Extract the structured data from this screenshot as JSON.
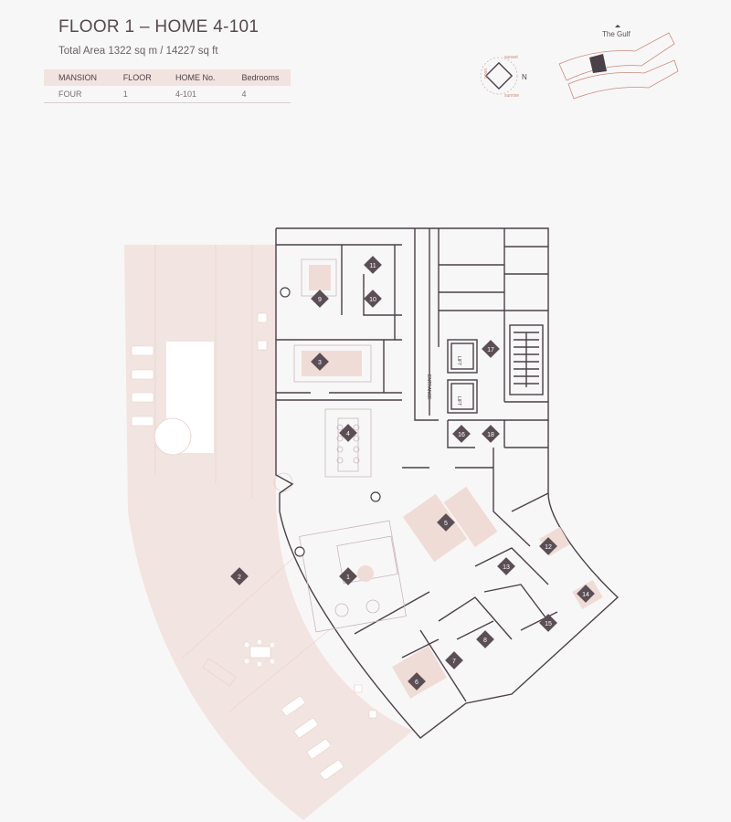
{
  "header": {
    "title": "FLOOR 1 – HOME 4-101",
    "subtitle": "Total Area 1322 sq m / 14227 sq ft"
  },
  "info_table": {
    "columns": [
      "MANSION",
      "FLOOR",
      "HOME No.",
      "Bedrooms"
    ],
    "row": [
      "FOUR",
      "1",
      "4-101",
      "4"
    ]
  },
  "compass": {
    "north": "N",
    "sunset": "sunset",
    "sunrise": "sunrise",
    "noon": "noon"
  },
  "keyplan": {
    "label": "The Gulf"
  },
  "plan": {
    "entrance_label": "ENTRANCE",
    "lift_label": "LIFT",
    "room_markers": [
      "1",
      "2",
      "3",
      "4",
      "5",
      "6",
      "7",
      "8",
      "9",
      "10",
      "11",
      "12",
      "13",
      "14",
      "15",
      "16",
      "17",
      "18"
    ]
  },
  "colors": {
    "wall": "#4a4048",
    "terrace": "#f2e4e0",
    "marker": "#5b4e55",
    "accent": "#c98a7c"
  }
}
